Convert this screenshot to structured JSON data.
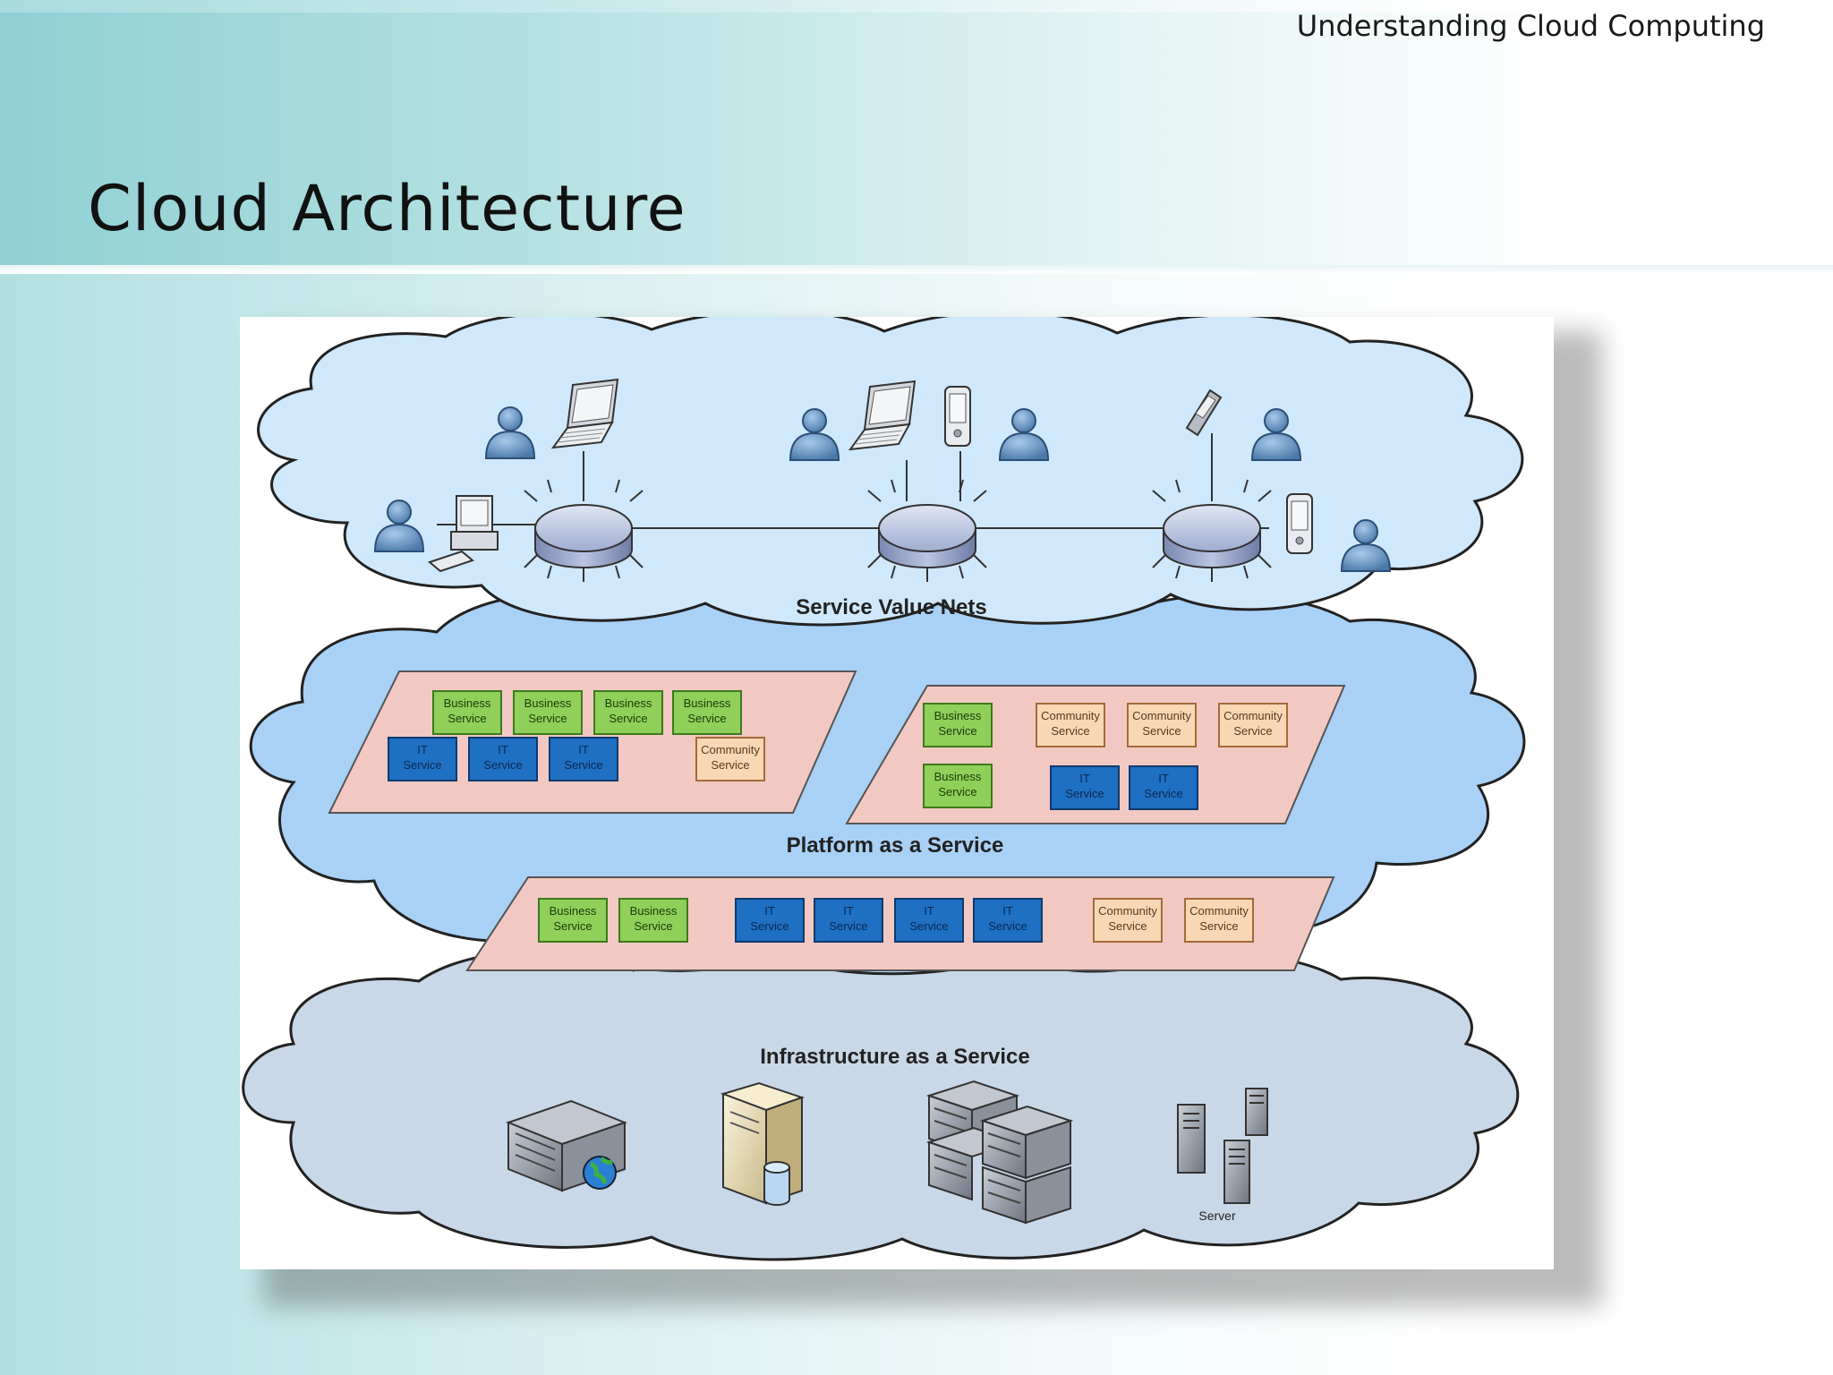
{
  "header": {
    "subtitle": "Understanding Cloud Computing",
    "title": "Cloud Architecture"
  },
  "diagram": {
    "layers": [
      {
        "name": "Service Value Nets"
      },
      {
        "name": "Platform as a Service"
      },
      {
        "name": "Infrastructure as a Service"
      }
    ],
    "service_labels": {
      "business": [
        "Business",
        "Service"
      ],
      "it": [
        "IT",
        "Service"
      ],
      "community": [
        "Community",
        "Service"
      ]
    },
    "server_label": "Server",
    "colors": {
      "svn_cloud": "#cfe8fb",
      "paas_cloud": "#a9d1f6",
      "iaas_cloud": "#c8d8e8",
      "panel": "#f2c9c2",
      "business": "#8fcf5a",
      "it": "#1f6fc2",
      "community": "#f8d7b4"
    }
  }
}
